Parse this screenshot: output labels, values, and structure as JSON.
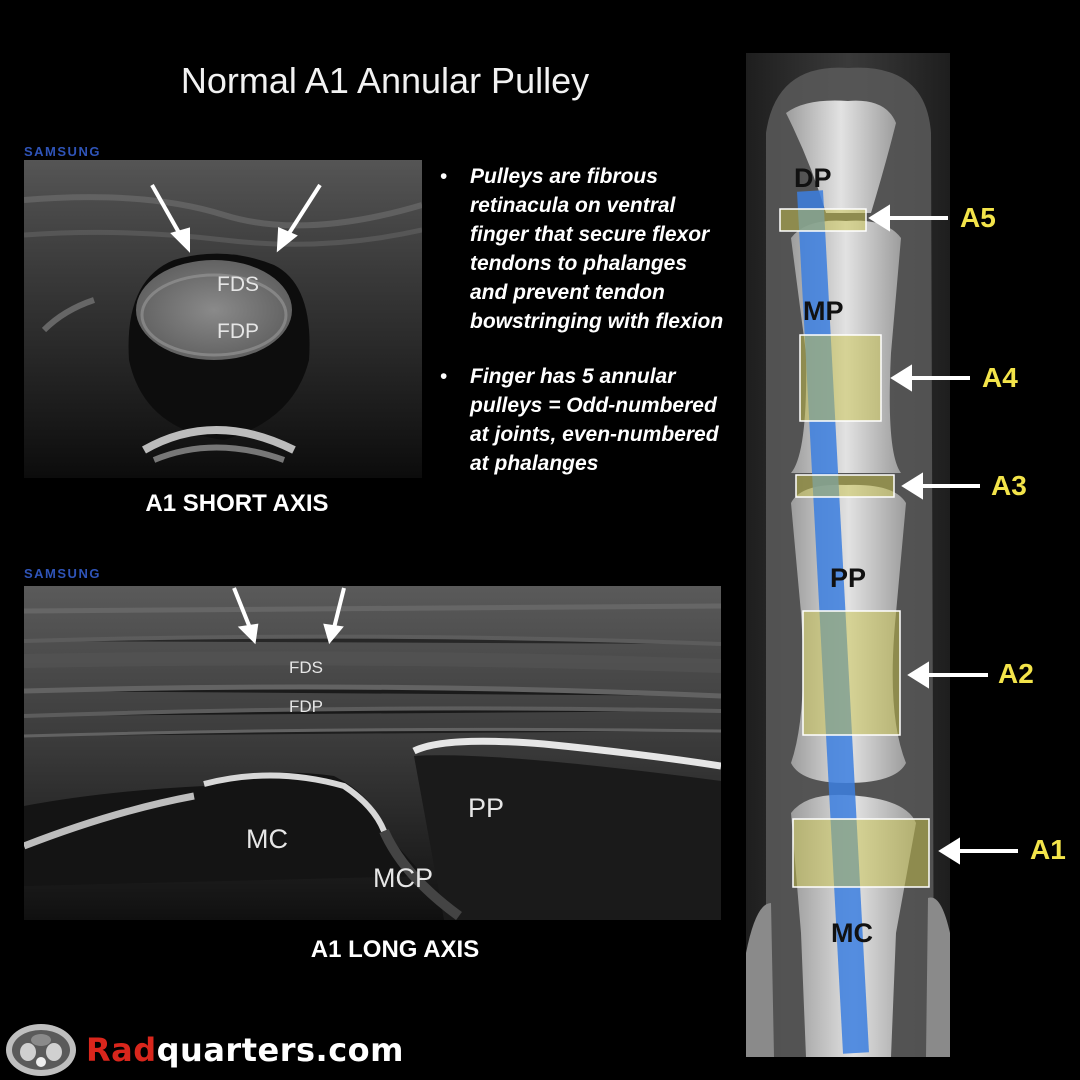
{
  "title": "Normal A1 Annular Pulley",
  "watermark_short": "SAMSUNG",
  "watermark_long": "SAMSUNG",
  "short_axis": {
    "caption": "A1 SHORT AXIS",
    "labels": {
      "fds": "FDS",
      "fdp": "FDP"
    }
  },
  "long_axis": {
    "caption": "A1 LONG AXIS",
    "labels": {
      "fds": "FDS",
      "fdp": "FDP",
      "mc": "MC",
      "mcp": "MCP",
      "pp": "PP"
    }
  },
  "bullets": [
    "Pulleys are fibrous retinacula on ventral finger that secure flexor tendons to phalanges and prevent tendon bowstringing with flexion",
    "Finger has 5 annular pulleys = Odd-numbered at joints, even-numbered at phalanges"
  ],
  "bullet_glyph": "•",
  "xray": {
    "bone_labels": {
      "dp": "DP",
      "mp": "MP",
      "pp": "PP",
      "mc": "MC"
    },
    "pulleys": [
      "A5",
      "A4",
      "A3",
      "A2",
      "A1"
    ]
  },
  "colors": {
    "pulley_label": "#f3e44a",
    "pulley_box": "#c9c44a",
    "tendon_line": "#3c7fe0"
  },
  "logo": {
    "part1": "Rad",
    "part2": "quarters.com"
  }
}
